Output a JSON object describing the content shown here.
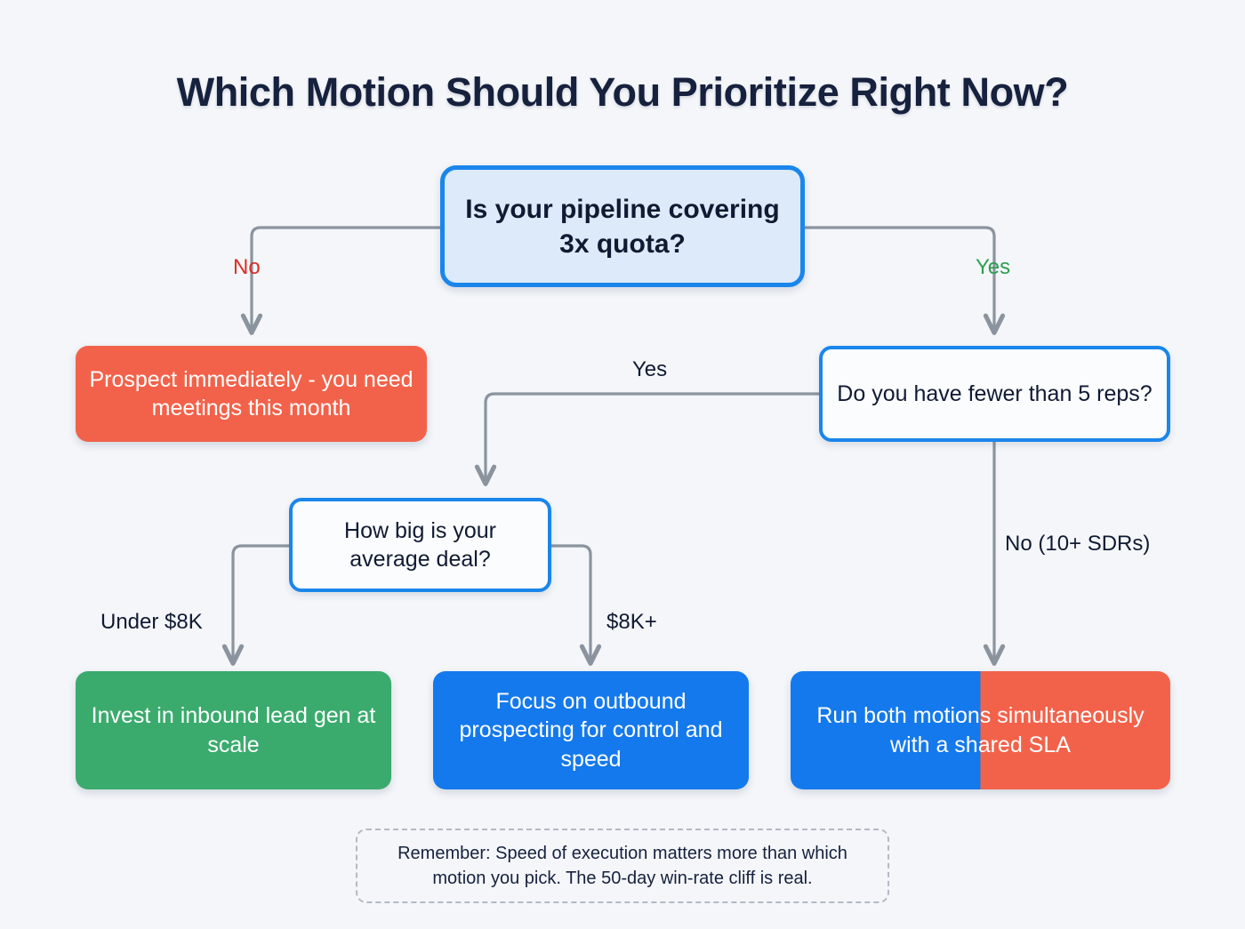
{
  "title": "Which Motion Should You Prioritize Right Now?",
  "nodes": {
    "root": {
      "text": "Is your pipeline covering 3x quota?",
      "kind": "decision",
      "color": "#dceaf9",
      "border": "#1a86eb"
    },
    "prospect_now": {
      "text": "Prospect immediately - you need meetings this month",
      "kind": "outcome",
      "color": "#f2624a"
    },
    "fewer_reps": {
      "text": "Do you have fewer than 5 reps?",
      "kind": "decision",
      "color": "#ffffff",
      "border": "#1a86eb"
    },
    "deal_size": {
      "text": "How big is your average deal?",
      "kind": "decision",
      "color": "#ffffff",
      "border": "#1a86eb"
    },
    "inbound": {
      "text": "Invest in inbound lead gen at scale",
      "kind": "outcome",
      "color": "#3aab6d"
    },
    "outbound": {
      "text": "Focus on outbound prospecting for control and speed",
      "kind": "outcome",
      "color": "#1479ec"
    },
    "both_motions": {
      "text": "Run both motions simultaneously with a shared SLA",
      "kind": "outcome",
      "color_left": "#1479ec",
      "color_right": "#f2624a"
    }
  },
  "edge_labels": {
    "root_no": "No",
    "root_yes": "Yes",
    "reps_yes": "Yes",
    "reps_no": "No (10+ SDRs)",
    "deal_under": "Under $8K",
    "deal_over": "$8K+"
  },
  "footnote": "Remember: Speed of execution matters more than which motion you pick. The 50-day win-rate cliff is real.",
  "palette": {
    "background": "#f4f6f9",
    "title": "#16213e",
    "connector": "#8b949e",
    "accent_blue": "#1a86eb",
    "yes_green": "#2e9e4f",
    "no_red": "#d93025"
  }
}
